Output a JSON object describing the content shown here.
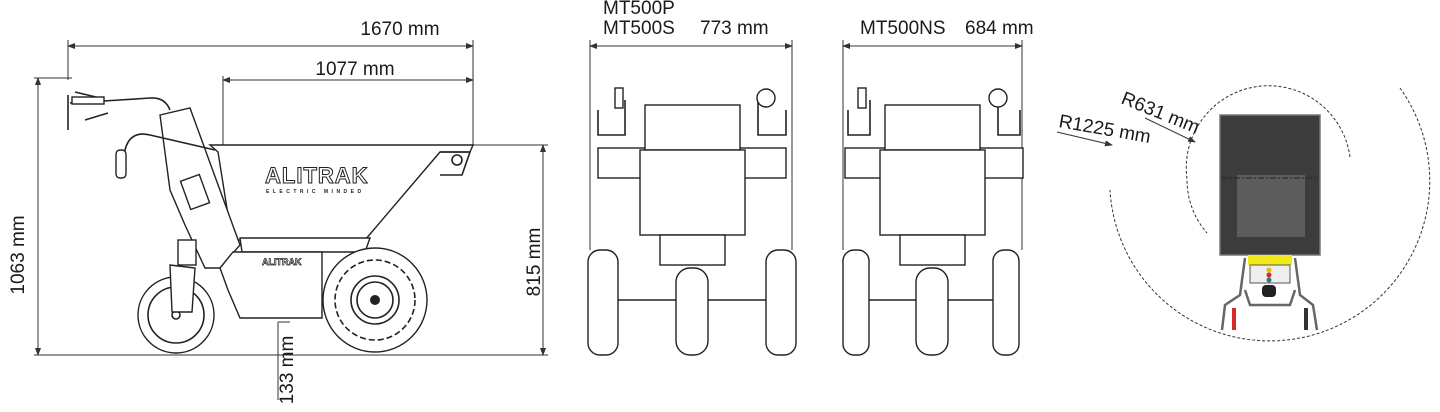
{
  "side_view": {
    "overall_length": "1670 mm",
    "bin_length": "1077 mm",
    "overall_height": "1063 mm",
    "bin_height": "815 mm",
    "ground_clearance": "133 mm",
    "logo_main": "ALITRAK",
    "logo_tagline": "ELECTRIC MINDED",
    "logo_chassis": "ALITRAK"
  },
  "front_view_1": {
    "model_line_1": "MT500P",
    "model_line_2": "MT500S",
    "width": "773 mm"
  },
  "front_view_2": {
    "model": "MT500NS",
    "width": "684 mm"
  },
  "top_view": {
    "inner_radius": "R631 mm",
    "outer_radius": "R1225 mm",
    "colors": {
      "bin": "#3c3c3c",
      "bin_inner": "#5c5c5c",
      "panel": "#f2ea1c",
      "handle_red": "#d42a2a"
    }
  }
}
